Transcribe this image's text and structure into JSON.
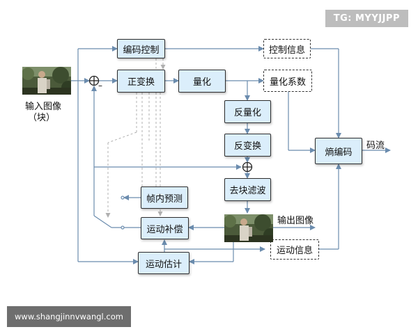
{
  "watermark_top": "TG: MYYJJPP",
  "watermark_bottom": "www.shangjinnvwangl.com",
  "input_label": "输入图像",
  "input_sublabel": "（块）",
  "output_label": "输出图像",
  "bitstream_label": "码流",
  "minus_sign": "–",
  "blocks": {
    "coding_control": "编码控制",
    "transform": "正变换",
    "quantize": "量化",
    "dequantize": "反量化",
    "inverse_transform": "反变换",
    "deblock": "去块滤波",
    "intra_pred": "帧内预测",
    "motion_comp": "运动补偿",
    "motion_est": "运动估计",
    "entropy": "熵编码"
  },
  "info_blocks": {
    "control_info": "控制信息",
    "quant_coeff": "量化系数",
    "motion_info": "运动信息"
  },
  "colors": {
    "box_fill": "#dbeefb",
    "line": "#6b8cae",
    "dashed": "#b0b0b0"
  }
}
